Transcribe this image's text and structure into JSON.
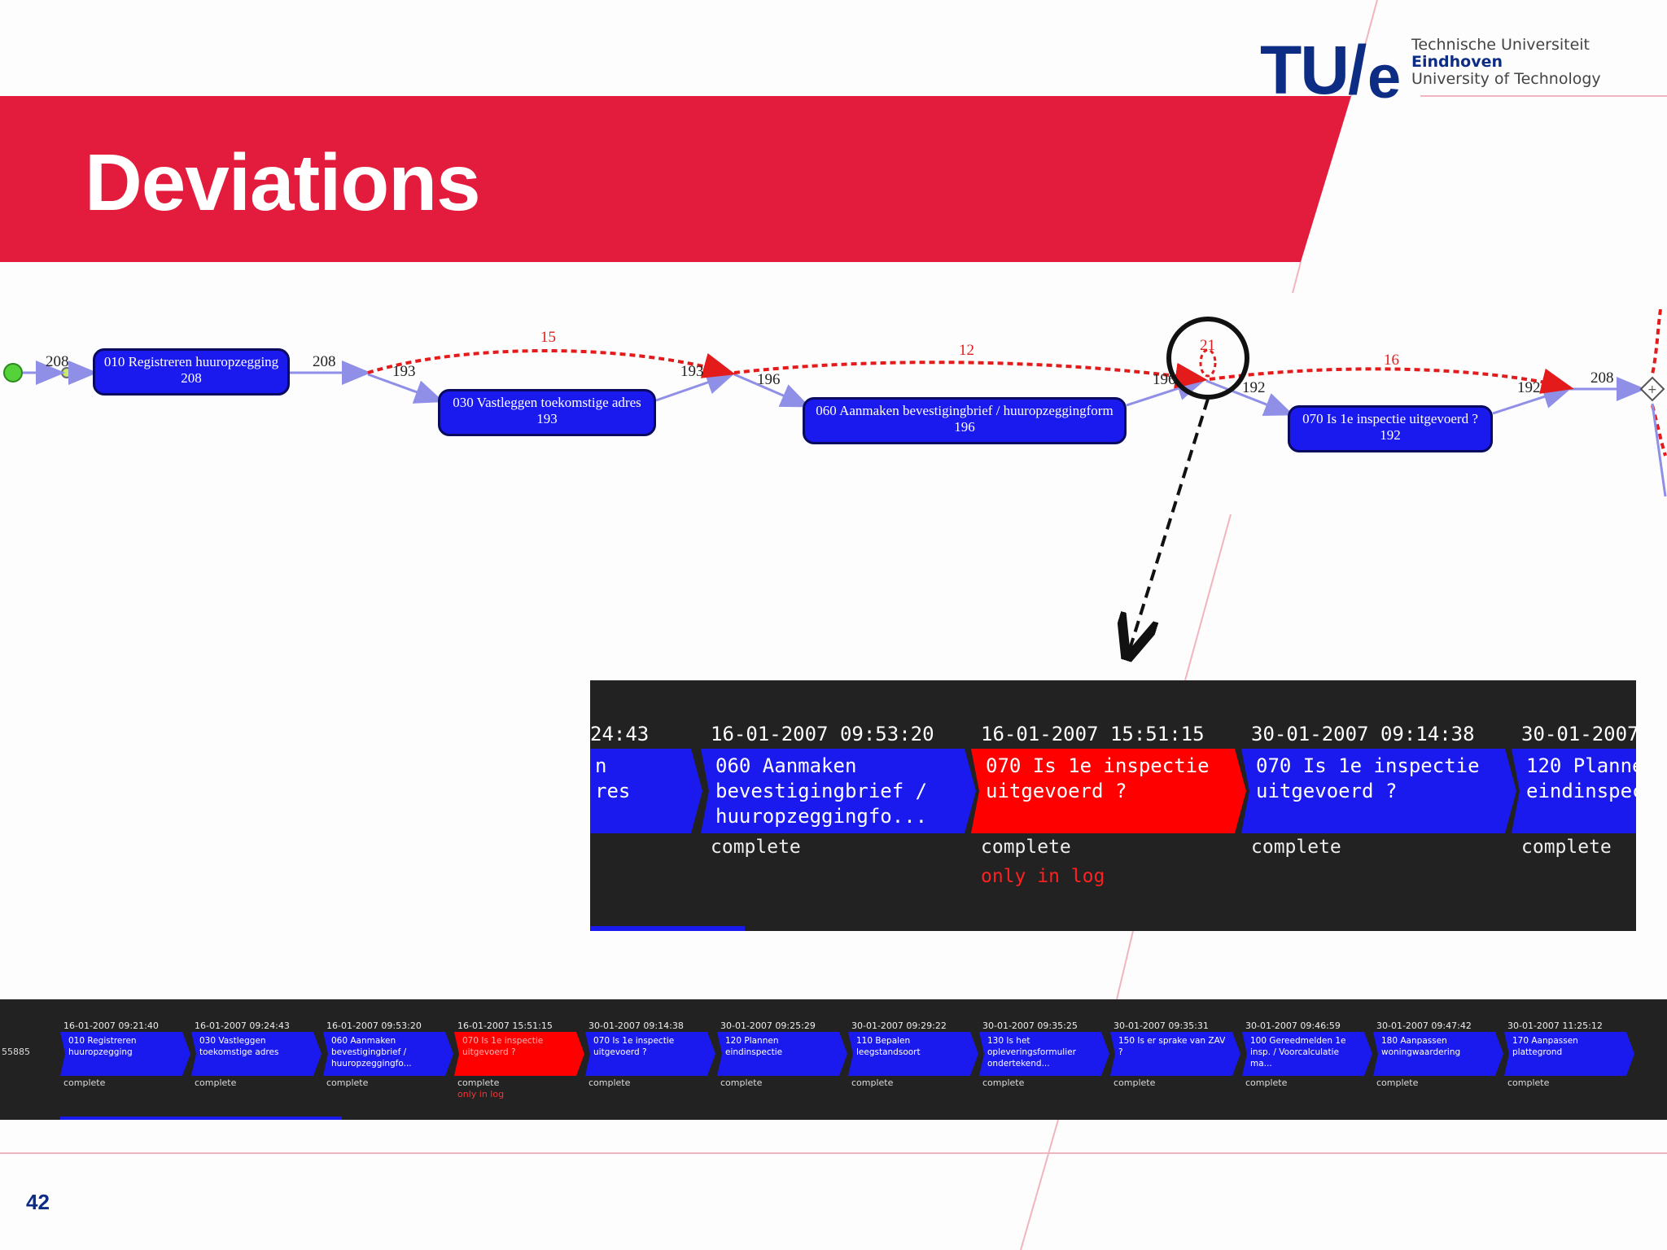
{
  "slide": {
    "title": "Deviations",
    "page_number": "42",
    "colors": {
      "accent_red": "#e31b3d",
      "node_blue": "#1a1aee",
      "deviation_red": "#ff0000",
      "dark_bg": "#222222",
      "tue_blue": "#0c2d83"
    }
  },
  "logo": {
    "mark": "TU/",
    "e": "e",
    "line1": "Technische Universiteit",
    "line2": "Eindhoven",
    "line3": "University of Technology"
  },
  "process_model": {
    "nodes": [
      {
        "name": "010 Registreren huuropzegging",
        "count": "208"
      },
      {
        "name": "030 Vastleggen toekomstige adres",
        "count": "193"
      },
      {
        "name": "060 Aanmaken bevestigingbrief / huuropzeggingform",
        "count": "196"
      },
      {
        "name": "070 Is 1e inspectie uitgevoerd ?",
        "count": "192"
      }
    ],
    "edge_labels": [
      "208",
      "208",
      "193",
      "193",
      "196",
      "196",
      "192",
      "192",
      "208"
    ],
    "deviation_labels": [
      "15",
      "12",
      "21",
      "16"
    ]
  },
  "zoom": {
    "timestamps": [
      "24:43",
      "16-01-2007 09:53:20",
      "16-01-2007 15:51:15",
      "30-01-2007 09:14:38",
      "30-01-2007"
    ],
    "events": [
      {
        "line1": "n",
        "line2": "res",
        "line3": "",
        "status": ""
      },
      {
        "line1": "060 Aanmaken",
        "line2": "bevestigingbrief /",
        "line3": "huuropzeggingfo...",
        "status": "complete"
      },
      {
        "line1": "070 Is 1e inspectie",
        "line2": "uitgevoerd ?",
        "line3": "",
        "status": "complete",
        "note": "only in log"
      },
      {
        "line1": "070 Is 1e inspectie",
        "line2": "uitgevoerd ?",
        "line3": "",
        "status": "complete"
      },
      {
        "line1": "120 Planne",
        "line2": "eindinspec",
        "line3": "",
        "status": "complete"
      }
    ]
  },
  "trace": {
    "case_id": "55885",
    "events": [
      {
        "ts": "16-01-2007 09:21:40",
        "l1": "010 Registreren",
        "l2": "huuropzegging",
        "l3": "",
        "status": "complete"
      },
      {
        "ts": "16-01-2007 09:24:43",
        "l1": "030 Vastleggen",
        "l2": "toekomstige adres",
        "l3": "",
        "status": "complete"
      },
      {
        "ts": "16-01-2007 09:53:20",
        "l1": "060 Aanmaken",
        "l2": "bevestigingbrief /",
        "l3": "huuropzeggingfo...",
        "status": "complete"
      },
      {
        "ts": "16-01-2007 15:51:15",
        "l1": "070 Is 1e inspectie",
        "l2": "uitgevoerd ?",
        "l3": "",
        "status": "complete",
        "note": "only in log"
      },
      {
        "ts": "30-01-2007 09:14:38",
        "l1": "070 Is 1e inspectie",
        "l2": "uitgevoerd ?",
        "l3": "",
        "status": "complete"
      },
      {
        "ts": "30-01-2007 09:25:29",
        "l1": "120 Plannen",
        "l2": "eindinspectie",
        "l3": "",
        "status": "complete"
      },
      {
        "ts": "30-01-2007 09:29:22",
        "l1": "110 Bepalen",
        "l2": "leegstandsoort",
        "l3": "",
        "status": "complete"
      },
      {
        "ts": "30-01-2007 09:35:25",
        "l1": "130 Is het",
        "l2": "opleveringsformulier",
        "l3": "ondertekend...",
        "status": "complete"
      },
      {
        "ts": "30-01-2007 09:35:31",
        "l1": "150 Is er sprake van ZAV",
        "l2": "?",
        "l3": "",
        "status": "complete"
      },
      {
        "ts": "30-01-2007 09:46:59",
        "l1": "100 Gereedmelden 1e",
        "l2": "insp. / Voorcalculatie",
        "l3": "ma...",
        "status": "complete"
      },
      {
        "ts": "30-01-2007 09:47:42",
        "l1": "180 Aanpassen",
        "l2": "woningwaardering",
        "l3": "",
        "status": "complete"
      },
      {
        "ts": "30-01-2007 11:25:12",
        "l1": "170 Aanpassen",
        "l2": "plattegrond",
        "l3": "",
        "status": "complete"
      }
    ]
  }
}
